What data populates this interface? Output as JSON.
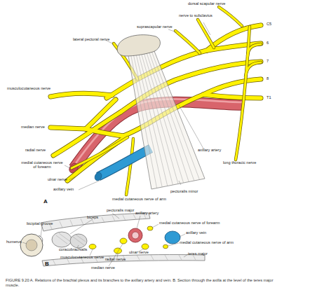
{
  "diagram": {
    "caption": "FIGURE 9.20 A. Relations of the brachial plexus and its branches to the axillary artery and vein. B. Section through the axilla at the level of the teres major muscle.",
    "labels": [
      "dorsal scapular nerve",
      "nerve to subclavius",
      "suprascapular nerve",
      "lateral pectoral nerve",
      "C5",
      "6",
      "7",
      "8",
      "T1",
      "musculocutaneous nerve",
      "median nerve",
      "radial nerve",
      "medial cutaneous nerve of forearm",
      "ulnar nerve",
      "axillary vein",
      "axillary artery",
      "long thoracic nerve",
      "pectoralis minor",
      "medial cutaneous nerve of arm",
      "A",
      "pectoralis major",
      "biceps",
      "bicipital groove",
      "axillary artery",
      "medial cutaneous nerve of forearm",
      "axillary vein",
      "medial cutaneous nerve of arm",
      "humerus",
      "coracobrachialis",
      "ulnar nerve",
      "teres major",
      "musculocutaneous nerve",
      "radial nerve",
      "median nerve",
      "B"
    ]
  }
}
